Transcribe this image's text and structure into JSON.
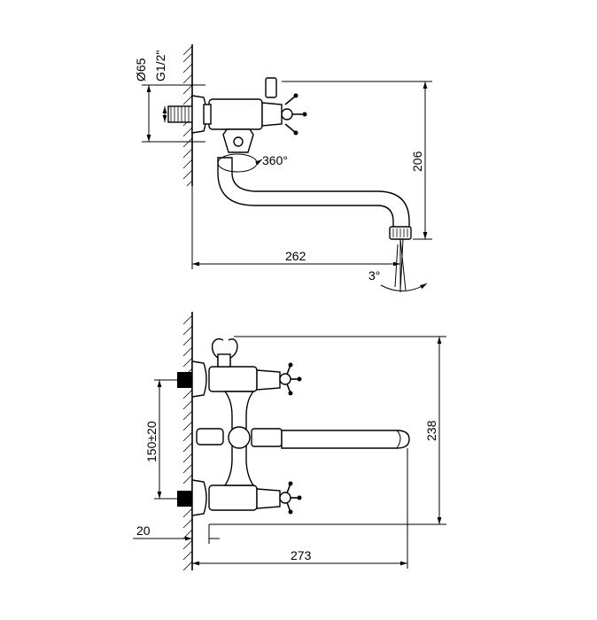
{
  "top_view": {
    "dim_flange_diameter": "Ø65",
    "dim_thread": "G1/2\"",
    "dim_rotation": "360°",
    "dim_height": "206",
    "dim_length": "262",
    "dim_angle": "3°"
  },
  "front_view": {
    "dim_centers": "150±20",
    "dim_height": "238",
    "dim_offset": "20",
    "dim_length": "273"
  }
}
